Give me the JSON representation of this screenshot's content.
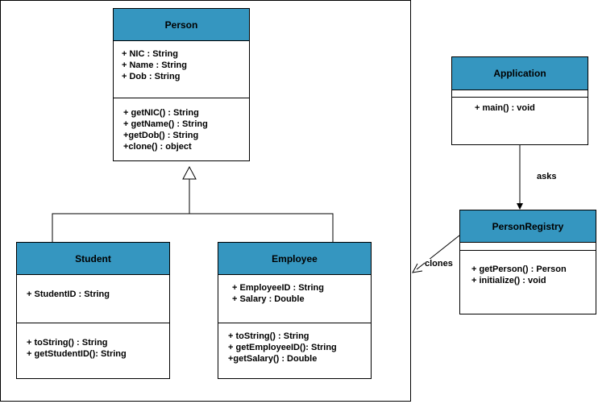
{
  "classes": {
    "person": {
      "name": "Person",
      "attributes": [
        "+ NIC : String",
        "+ Name : String",
        "+ Dob : String"
      ],
      "methods": [
        "+ getNIC() : String",
        "+ getName() : String",
        "+getDob() : String",
        "+clone() : object"
      ]
    },
    "student": {
      "name": "Student",
      "attributes": [
        "+ StudentID : String"
      ],
      "methods": [
        "+ toString() : String",
        "+ getStudentID(): String"
      ]
    },
    "employee": {
      "name": "Employee",
      "attributes": [
        "+ EmployeeID : String",
        "+ Salary : Double"
      ],
      "methods": [
        "+ toString() : String",
        "+ getEmployeeID(): String",
        "+getSalary() : Double"
      ]
    },
    "application": {
      "name": "Application",
      "attributes": [],
      "methods": [
        "+ main() : void"
      ]
    },
    "registry": {
      "name": "PersonRegistry",
      "attributes": [],
      "methods": [
        "+ getPerson() : Person",
        "+ initialize() : void"
      ]
    }
  },
  "relations": {
    "asks": "asks",
    "clones": "clones"
  }
}
